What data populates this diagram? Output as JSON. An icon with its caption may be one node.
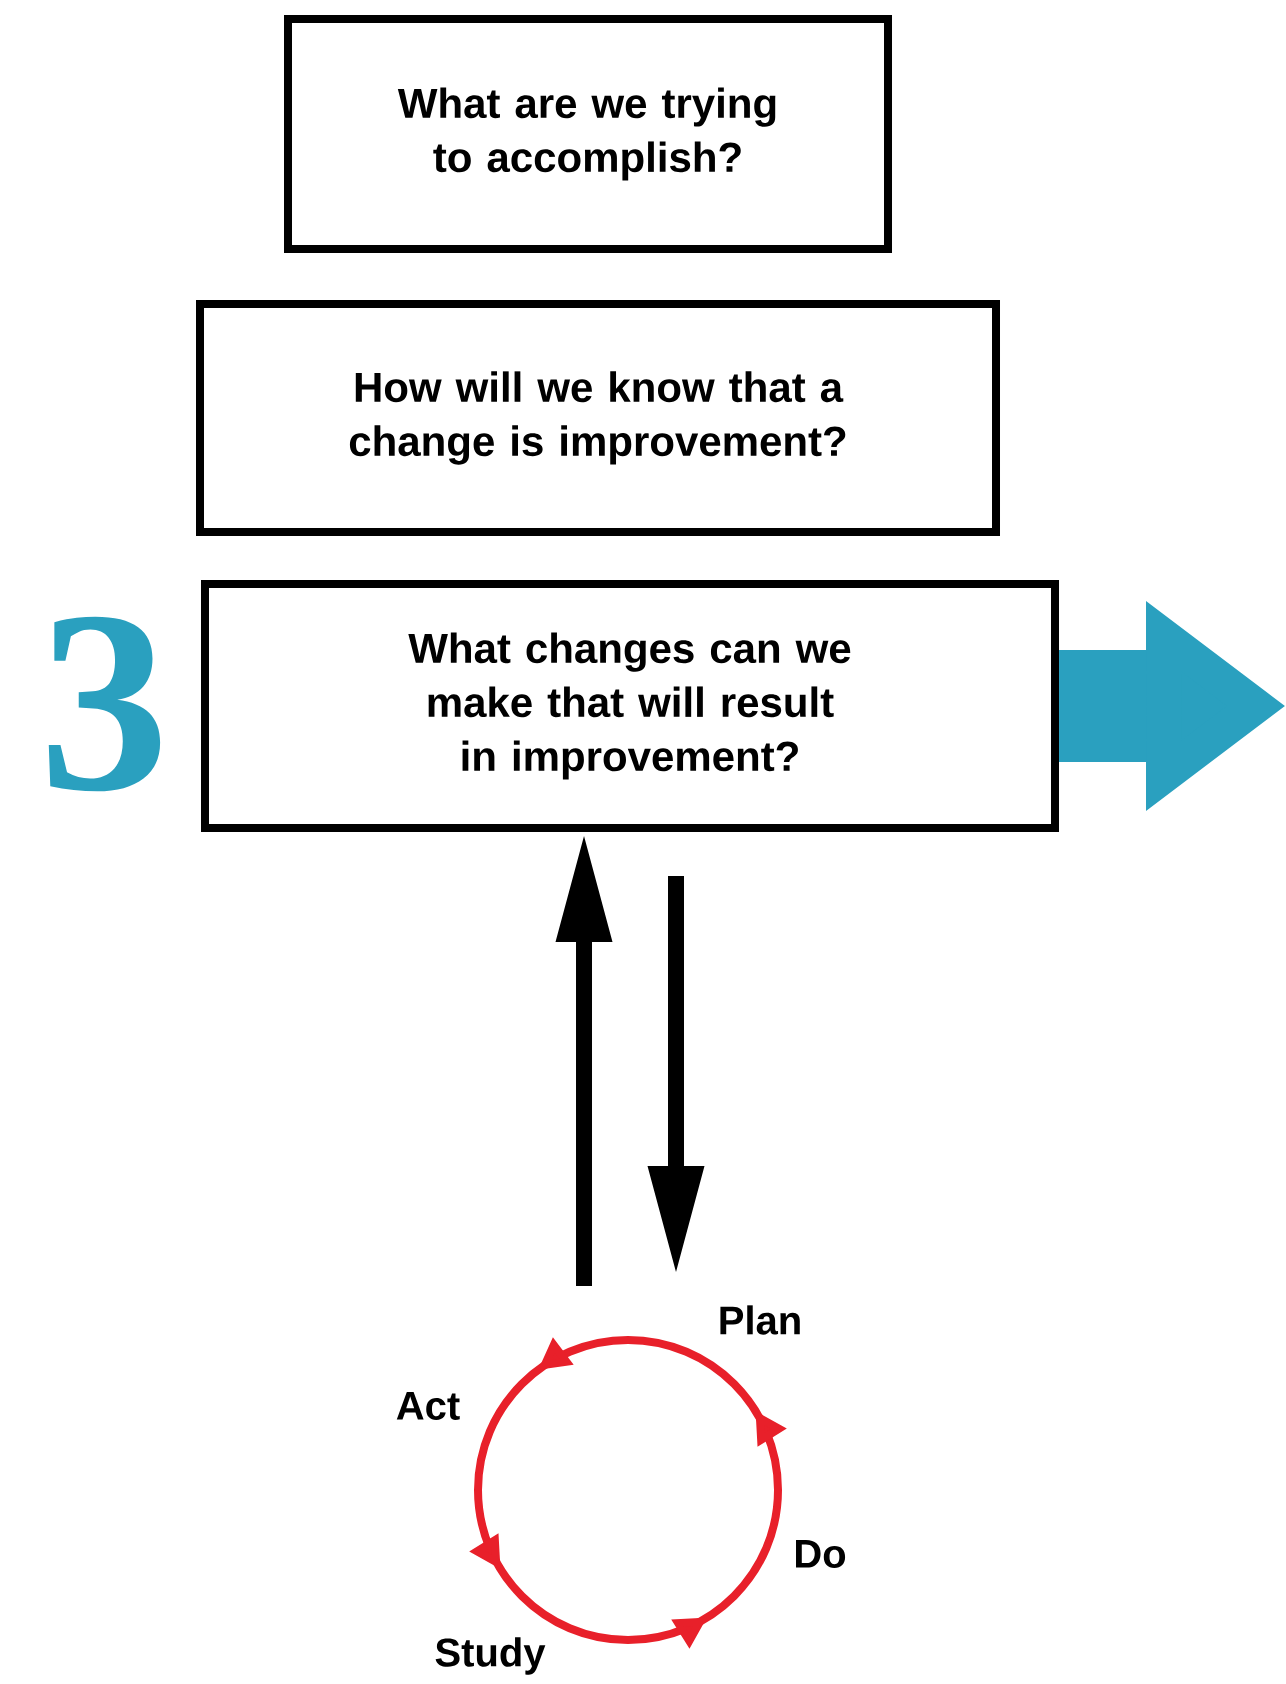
{
  "diagram": {
    "nodes": [
      {
        "text": [
          "What are we trying to accomplish?"
        ]
      },
      {
        "text": [
          "How will we know that a change is improvement?"
        ]
      },
      {
        "text": [
          "What changes can we make that will result in improvement?"
        ]
      },
      {
        "text": [],
        "shape": "circle",
        "beside": [
          "Plan",
          "Act",
          "Do",
          "Study"
        ]
      }
    ],
    "edges": [
      {
        "from": 3,
        "to": 2,
        "arrow": "to"
      },
      {
        "from": 2,
        "to": 3,
        "arrow": "to"
      },
      {
        "from": 2,
        "to": null,
        "arrow": "to",
        "style": "thick",
        "color": "#2aa0bf"
      }
    ],
    "labels": [
      "3"
    ]
  }
}
